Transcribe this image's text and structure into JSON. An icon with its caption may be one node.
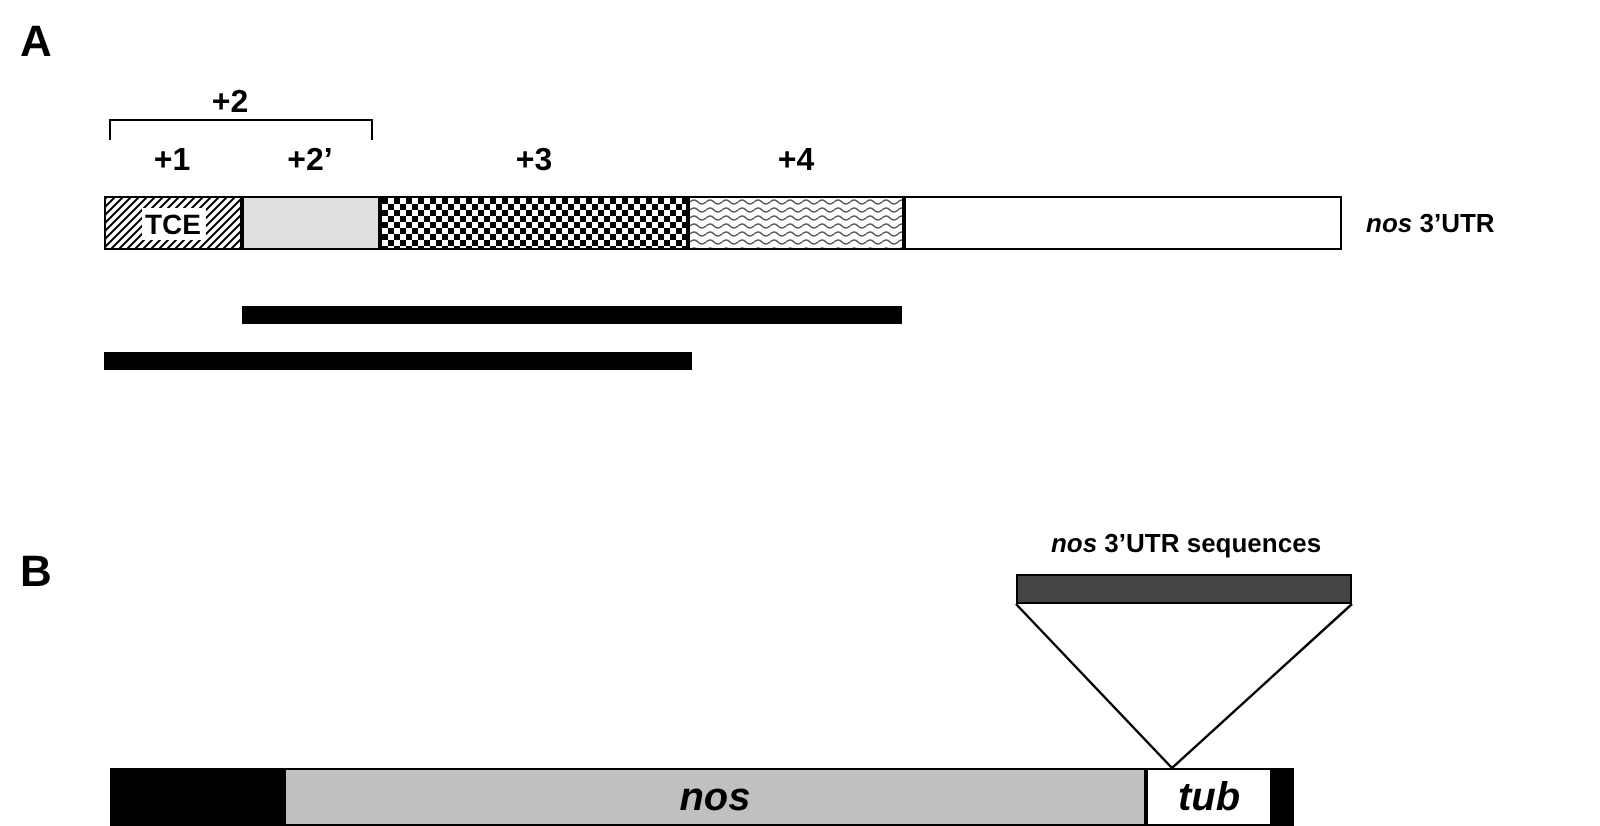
{
  "diagram": {
    "nodes": [
      {
        "text": [
          "TCE"
        ],
        "beside": [
          "+1"
        ]
      },
      {
        "text": [],
        "shape": "box",
        "beside": [
          "+2’"
        ]
      },
      {
        "text": [],
        "shape": "box",
        "beside": [
          "+3"
        ]
      },
      {
        "text": [],
        "shape": "box",
        "beside": [
          "+4"
        ]
      },
      {
        "text": [],
        "shape": "box"
      },
      {
        "text": [],
        "shape": "bar"
      },
      {
        "text": [],
        "shape": "bar"
      },
      {
        "text": [
          "*nos* 3’UTR sequences"
        ]
      },
      {
        "text": [],
        "shape": "bar"
      },
      {
        "text": [
          "nos"
        ]
      },
      {
        "text": [
          "tub"
        ]
      },
      {
        "text": [],
        "shape": "bar"
      }
    ],
    "edges": [
      {
        "from": 7,
        "to": 10,
        "arrow": "none"
      },
      {
        "from": 7,
        "to": 10,
        "arrow": "none"
      }
    ],
    "labels": [
      "A",
      "+2",
      "*nos* 3’UTR",
      "B"
    ]
  }
}
